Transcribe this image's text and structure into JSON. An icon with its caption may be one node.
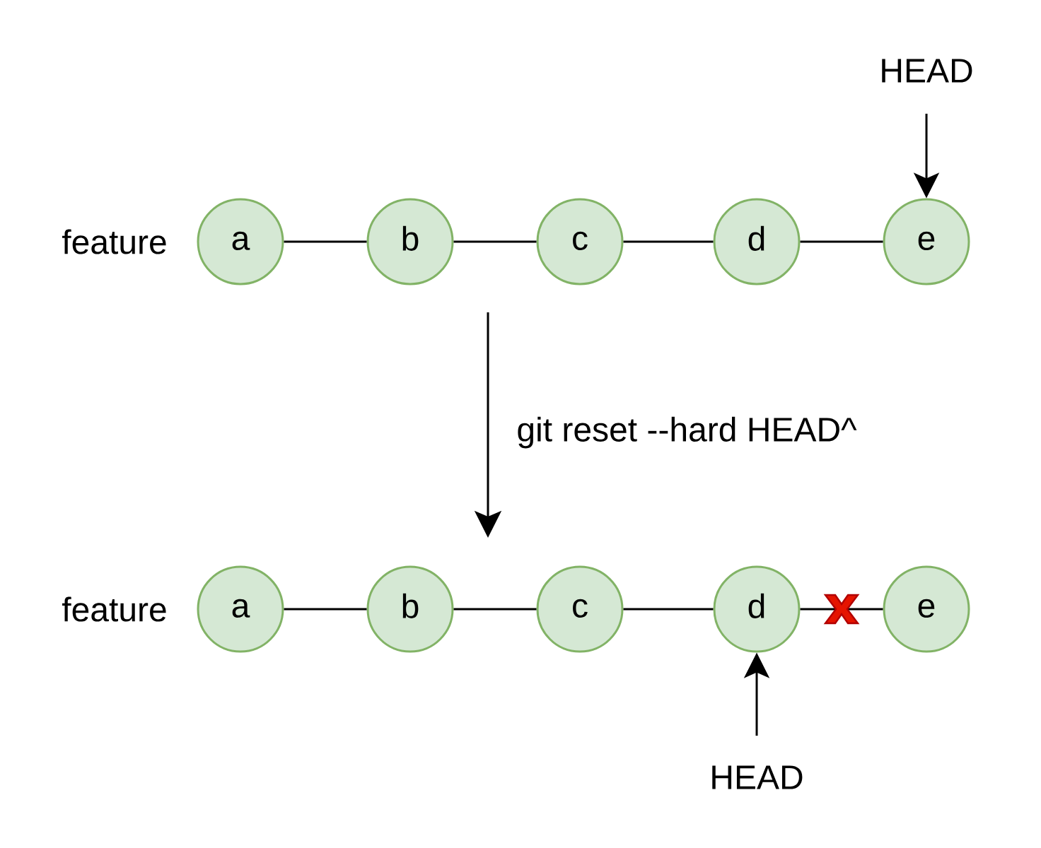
{
  "diagram": {
    "nodes": [
      {
        "text": [
          "HEAD"
        ]
      },
      {
        "text": [
          "a"
        ]
      },
      {
        "text": [
          "b"
        ]
      },
      {
        "text": [
          "c"
        ]
      },
      {
        "text": [
          "d"
        ]
      },
      {
        "text": [
          "e"
        ]
      },
      {
        "text": [
          "a"
        ]
      },
      {
        "text": [
          "b"
        ]
      },
      {
        "text": [
          "c"
        ]
      },
      {
        "text": [
          "d"
        ]
      },
      {
        "text": [
          "e"
        ]
      },
      {
        "text": [
          "HEAD"
        ]
      }
    ],
    "edges": [
      {
        "from": 0,
        "to": 5,
        "arrow": "to"
      },
      {
        "from": 1,
        "to": 2,
        "arrow": "none"
      },
      {
        "from": 2,
        "to": 3,
        "arrow": "none"
      },
      {
        "from": 3,
        "to": 4,
        "arrow": "none"
      },
      {
        "from": 4,
        "to": 5,
        "arrow": "none"
      },
      {
        "from": 6,
        "to": 7,
        "arrow": "none"
      },
      {
        "from": 7,
        "to": 8,
        "arrow": "none"
      },
      {
        "from": 8,
        "to": 9,
        "arrow": "none"
      },
      {
        "from": 9,
        "to": 10,
        "arrow": "none"
      },
      {
        "from": 11,
        "to": 9,
        "arrow": "to"
      }
    ],
    "labels": [
      "feature",
      "git reset --hard HEAD^",
      "feature"
    ]
  }
}
